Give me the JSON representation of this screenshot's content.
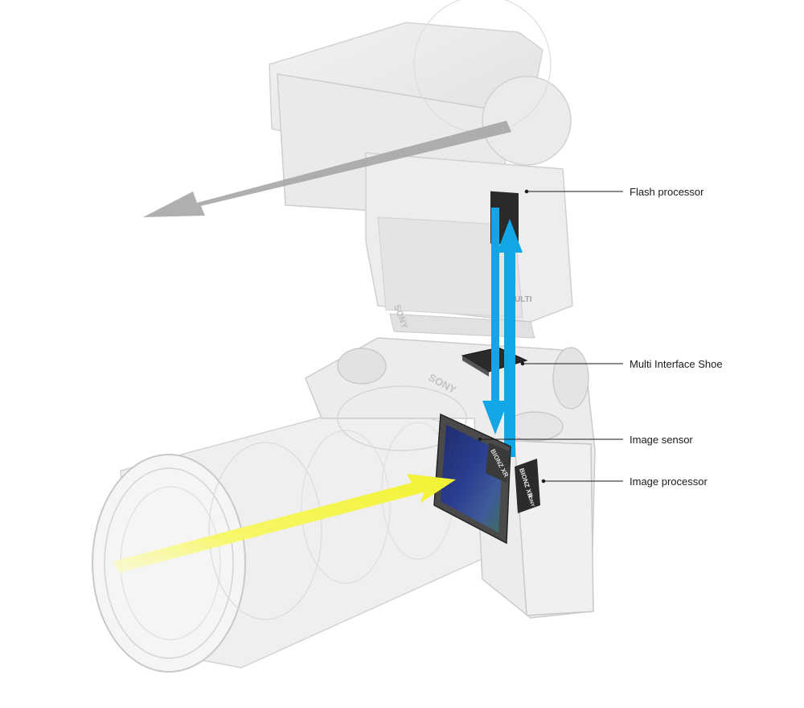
{
  "callouts": [
    {
      "id": "flash-processor",
      "label": "Flash processor"
    },
    {
      "id": "multi-interface-shoe",
      "label": "Multi Interface Shoe"
    },
    {
      "id": "image-sensor",
      "label": "Image sensor"
    },
    {
      "id": "image-processor",
      "label": "Image processor"
    }
  ],
  "branding": {
    "processor_chip": "BIONZ XR",
    "maker": "SONY",
    "flash_model": "ULTI"
  },
  "colors": {
    "light_arrow": "#f5f53a",
    "signal_arrows": "#12a6e6",
    "flash_out_arrow": "#a6a6a6",
    "ghost_body": "#e6e6e6",
    "ghost_outline": "#c4c4c4",
    "callout_line": "#1a1a1a"
  }
}
